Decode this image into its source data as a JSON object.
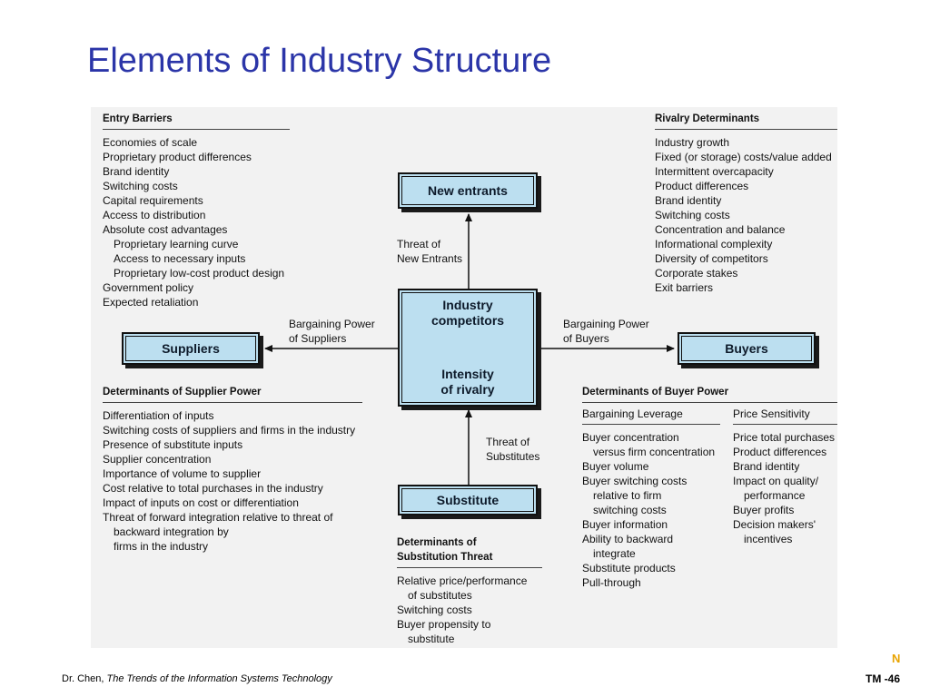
{
  "slide": {
    "title": "Elements of Industry Structure",
    "footer_author": "Dr. Chen, ",
    "footer_course": "The Trends of the Information Systems Technology",
    "corner_letter": "N",
    "slide_number": "TM -46",
    "accent_color": "#2b35a8",
    "corner_color": "#e8a300",
    "box_color": "#bcdff0"
  },
  "boxes": {
    "new_entrants": "New entrants",
    "industry_l1": "Industry",
    "industry_l2": "competitors",
    "rivalry_l1": "Intensity",
    "rivalry_l2": "of rivalry",
    "suppliers": "Suppliers",
    "buyers": "Buyers",
    "substitute": "Substitute"
  },
  "arrows": {
    "entrants": [
      "Threat of",
      "New Entrants"
    ],
    "suppliers": [
      "Bargaining Power",
      "of Suppliers"
    ],
    "buyers": [
      "Bargaining Power",
      "of Buyers"
    ],
    "substitutes": [
      "Threat of",
      "Substitutes"
    ]
  },
  "entry_barriers": {
    "header": "Entry Barriers",
    "items": [
      "Economies of scale",
      "Proprietary product differences",
      "Brand identity",
      "Switching costs",
      "Capital requirements",
      "Access to distribution",
      "Absolute cost advantages",
      "Proprietary learning curve",
      "Access to necessary inputs",
      "Proprietary low-cost product design",
      "Government policy",
      "Expected retaliation"
    ]
  },
  "rivalry_determinants": {
    "header": "Rivalry Determinants",
    "items": [
      "Industry growth",
      "Fixed (or storage) costs/value added",
      "Intermittent overcapacity",
      "Product differences",
      "Brand identity",
      "Switching costs",
      "Concentration and balance",
      "Informational complexity",
      "Diversity of competitors",
      "Corporate stakes",
      "Exit barriers"
    ]
  },
  "supplier_power": {
    "header": "Determinants of Supplier Power",
    "items": [
      "Differentiation of inputs",
      "Switching costs of suppliers and firms in the industry",
      "Presence of substitute inputs",
      "Supplier concentration",
      "Importance of volume to supplier",
      "Cost relative to total purchases in the industry",
      "Impact of inputs on cost or differentiation",
      "Threat of forward integration relative to threat of",
      "backward integration by",
      "firms in the industry"
    ]
  },
  "substitution_threat": {
    "header_l1": "Determinants of",
    "header_l2": "Substitution Threat",
    "items": [
      "Relative price/performance",
      "of substitutes",
      "Switching costs",
      "Buyer propensity to",
      "substitute"
    ]
  },
  "buyer_power": {
    "header": "Determinants of Buyer Power",
    "leverage_header": "Bargaining Leverage",
    "leverage_items": [
      "Buyer concentration",
      "versus firm concentration",
      "Buyer volume",
      "Buyer switching costs",
      "relative to firm",
      "switching costs",
      "Buyer information",
      "Ability to backward",
      "integrate",
      "Substitute products",
      "Pull-through"
    ],
    "sensitivity_header": "Price Sensitivity",
    "sensitivity_items": [
      "Price total purchases",
      "Product differences",
      "Brand identity",
      "Impact on quality/",
      "performance",
      "Buyer profits",
      "Decision makers'",
      "incentives"
    ]
  }
}
